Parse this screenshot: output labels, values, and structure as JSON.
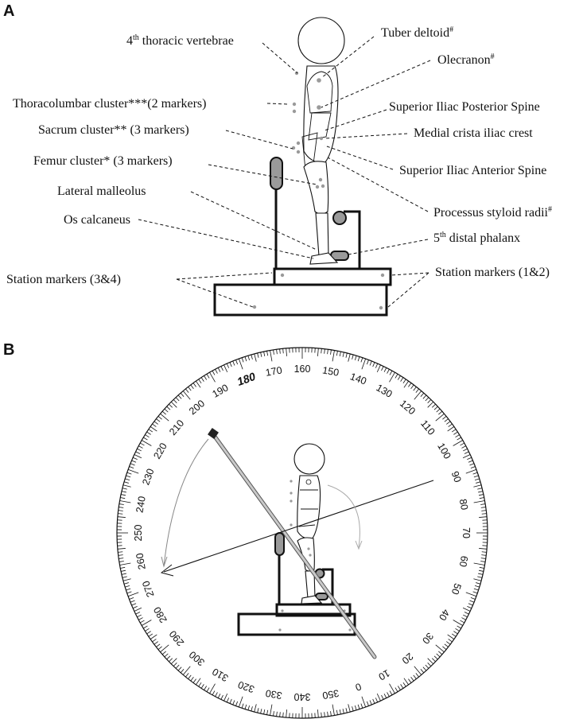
{
  "panels": {
    "a": "A",
    "b": "B"
  },
  "labels": {
    "thoracic_vertebra": {
      "text": "4",
      "sup": "th",
      "rest": " thoracic vertebrae"
    },
    "tuber_deltoid": {
      "text": "Tuber deltoid",
      "sup": "#"
    },
    "olecranon": {
      "text": "Olecranon",
      "sup": "#"
    },
    "thoracolumbar_cluster": {
      "text": "Thoracolumbar cluster***(2 markers)"
    },
    "superior_iliac_posterior_spine": {
      "text": "Superior Iliac Posterior Spine"
    },
    "sacrum_cluster": {
      "text": "Sacrum cluster** (3 markers)"
    },
    "medial_crista_iliac_crest": {
      "text": "Medial crista iliac crest"
    },
    "femur_cluster": {
      "text": "Femur cluster* (3 markers)"
    },
    "superior_iliac_anterior_spine": {
      "text": "Superior Iliac Anterior Spine"
    },
    "lateral_malleolus": {
      "text": "Lateral malleolus"
    },
    "processus_styloid_radii": {
      "text": "Processus styloid radii",
      "sup": "#"
    },
    "os_calcaneus": {
      "text": "Os calcaneus"
    },
    "distal_phalanx": {
      "text": "5",
      "sup": "th",
      "rest": " distal phalanx"
    },
    "station_markers_34": {
      "text": "Station markers (3&4)"
    },
    "station_markers_12": {
      "text": "Station markers (1&2)"
    }
  },
  "protractor": {
    "degree_labels": [
      0,
      10,
      20,
      30,
      40,
      50,
      60,
      70,
      80,
      90,
      100,
      110,
      120,
      130,
      140,
      150,
      160,
      170,
      180,
      190,
      200,
      210,
      220,
      230,
      240,
      250,
      260,
      270,
      280,
      290,
      300,
      310,
      320,
      330,
      340,
      350
    ],
    "highlighted": 180,
    "scale_step_degrees": 1
  },
  "colors": {
    "ink": "#111111",
    "marker_fill": "#9a9a9a",
    "rod": "#c9c9c9"
  }
}
